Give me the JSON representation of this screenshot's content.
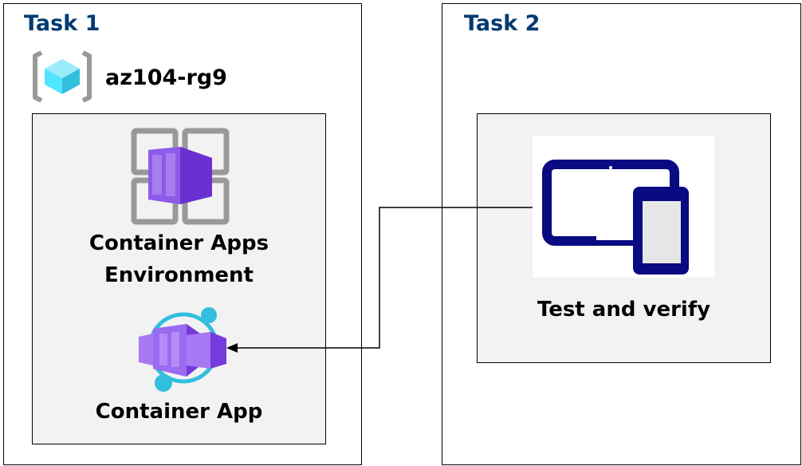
{
  "task1": {
    "title": "Task 1",
    "resource_group": {
      "name": "az104-rg9",
      "icon": "resource-group-icon"
    },
    "environment": {
      "label_line1": "Container Apps",
      "label_line2": "Environment",
      "icon": "container-apps-environment-icon"
    },
    "app": {
      "label": "Container App",
      "icon": "container-app-icon"
    }
  },
  "task2": {
    "title": "Task 2",
    "test": {
      "label": "Test and verify",
      "icon": "devices-icon"
    }
  },
  "colors": {
    "title": "#003a70",
    "purple": "#773adc",
    "cyan": "#32bedd",
    "navy": "#0a0a82",
    "panel": "#f2f2f2"
  }
}
